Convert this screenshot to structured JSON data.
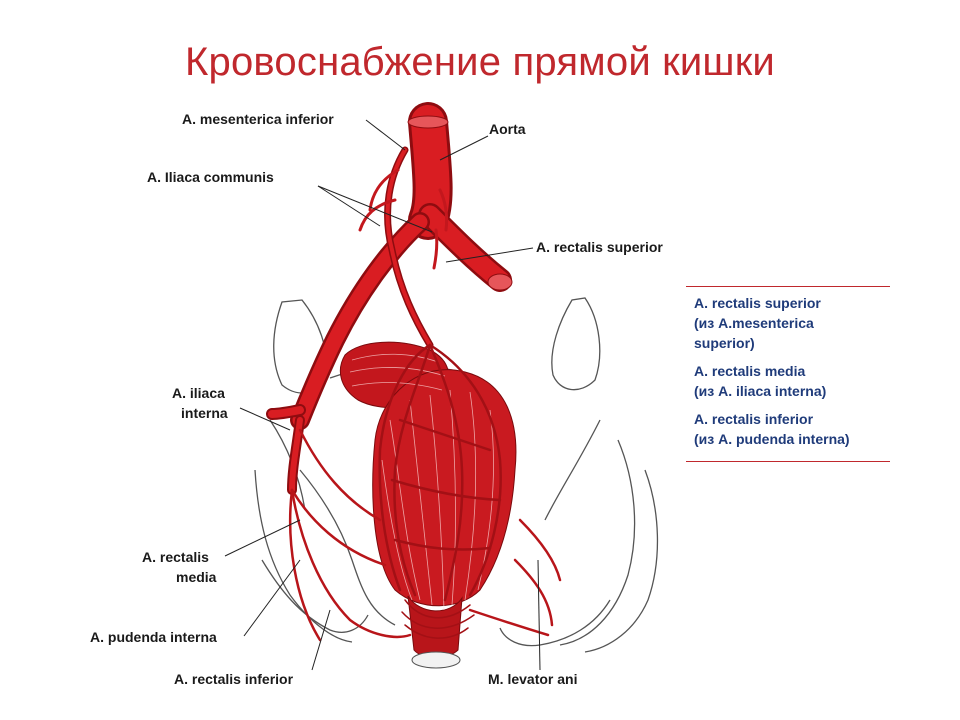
{
  "title": "Кровоснабжение прямой кишки",
  "labels": {
    "mesenterica_inferior": "A. mesenterica inferior",
    "aorta": "Aorta",
    "iliaca_communis": "A. Iliaca communis",
    "rectalis_superior": "A. rectalis superior",
    "iliaca_interna_1": "A.  iliaca",
    "iliaca_interna_2": "interna",
    "rectalis_media_1": "A. rectalis",
    "rectalis_media_2": "media",
    "pudenda_interna": "A. pudenda interna",
    "rectalis_inferior": "A. rectalis inferior",
    "levator_ani": "M. levator ani"
  },
  "legend": [
    {
      "lines": [
        "A. rectalis superior",
        "(из A.mesenterica",
        "superior)"
      ]
    },
    {
      "lines": [
        "A. rectalis media",
        "(из A. iliaca interna)"
      ]
    },
    {
      "lines": [
        "A. rectalis inferior",
        "(из A. pudenda interna)"
      ]
    }
  ],
  "colors": {
    "title": "#c0282d",
    "artery": "#d0161c",
    "artery_dark": "#8e0c10",
    "legend_text": "#1f3b7a",
    "legend_rule": "#c0282d"
  }
}
